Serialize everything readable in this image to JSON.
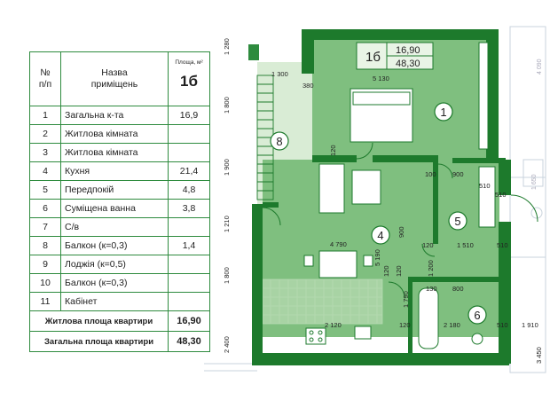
{
  "table": {
    "header": {
      "num": "№\nп/п",
      "name": "Назва\nприміщень",
      "area_head": "Площа, м²",
      "area_code": "1б"
    },
    "rows": [
      {
        "num": "1",
        "name": "Загальна к-та",
        "area": "16,9"
      },
      {
        "num": "2",
        "name": "Житлова кімната",
        "area": ""
      },
      {
        "num": "3",
        "name": "Житлова кімната",
        "area": ""
      },
      {
        "num": "4",
        "name": "Кухня",
        "area": "21,4"
      },
      {
        "num": "5",
        "name": "Передпокій",
        "area": "4,8"
      },
      {
        "num": "6",
        "name": "Суміщена ванна",
        "area": "3,8"
      },
      {
        "num": "7",
        "name": "С/в",
        "area": ""
      },
      {
        "num": "8",
        "name": "Балкон (к=0,3)",
        "area": "1,4"
      },
      {
        "num": "9",
        "name": "Лоджія (к=0,5)",
        "area": ""
      },
      {
        "num": "10",
        "name": "Балкон (к=0,3)",
        "area": ""
      },
      {
        "num": "11",
        "name": "Кабінет",
        "area": ""
      }
    ],
    "living_label": "Житлова площа квартири",
    "living_value": "16,90",
    "total_label": "Загальна площа квартири",
    "total_value": "48,30"
  },
  "plan": {
    "apt_code": "1б",
    "living": "16,90",
    "total": "48,30",
    "room_labels": [
      "1",
      "4",
      "5",
      "6",
      "8"
    ],
    "dims": {
      "d5130": "5 130",
      "d1300": "1 300",
      "d380": "380",
      "d120a": "120",
      "d100": "100",
      "d900": "900",
      "d510a": "510",
      "d510b": "510",
      "d4790": "4 790",
      "d120b": "120",
      "d1510": "1 510",
      "d510c": "510",
      "d130": "130",
      "d800": "800",
      "d2120": "2 120",
      "d120c": "120",
      "d2180": "2 180",
      "d510d": "510",
      "d1910": "1 910",
      "d1280": "1 280",
      "d1800a": "1 800",
      "d1900": "1 900",
      "d1210": "1 210",
      "d1800b": "1 800",
      "d2400": "2 400",
      "d3450": "3 450",
      "d4090": "4 090",
      "d1650": "1 650",
      "d900v": "900",
      "d5190": "5 190",
      "d1790": "1 790",
      "d1200": "1 200",
      "d120v": "120",
      "d120w": "120"
    }
  },
  "colors": {
    "wall": "#1d7a2c",
    "room_fill": "#7fbf7f",
    "balcony_fill": "#d9ecd5",
    "table_border": "#2e8b3e"
  }
}
